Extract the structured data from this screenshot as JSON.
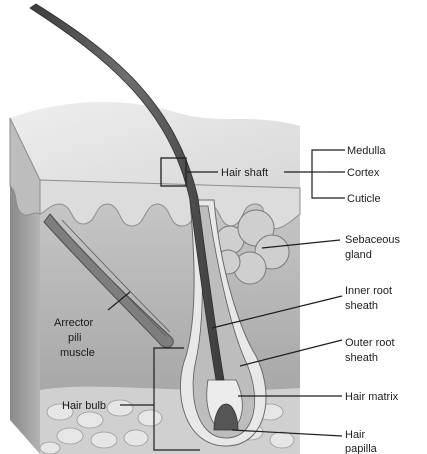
{
  "labels": {
    "hair_shaft": "Hair shaft",
    "medulla": "Medulla",
    "cortex": "Cortex",
    "cuticle": "Cuticle",
    "sebaceous": [
      "Sebaceous",
      "gland"
    ],
    "inner_root": [
      "Inner root",
      "sheath"
    ],
    "outer_root": [
      "Outer root",
      "sheath"
    ],
    "hair_matrix": "Hair matrix",
    "hair_papilla": [
      "Hair",
      "papilla"
    ],
    "arrector": [
      "Arrector",
      "pili",
      "muscle"
    ],
    "hair_bulb": "Hair bulb"
  }
}
